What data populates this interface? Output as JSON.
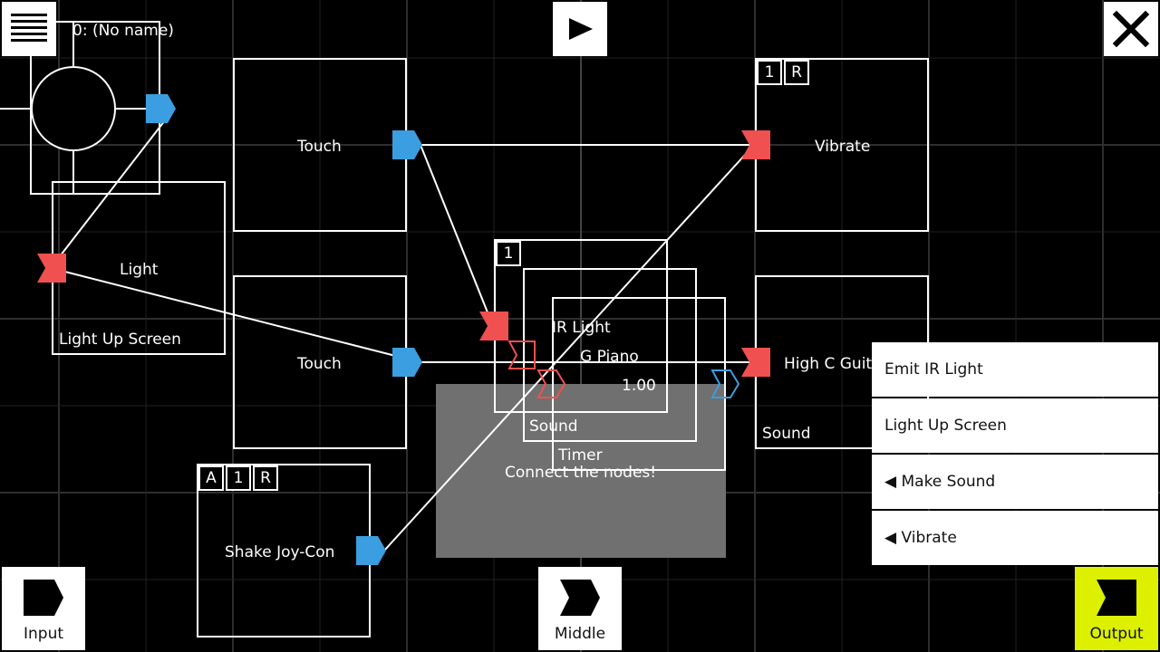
{
  "header": {
    "project_name": "0: (No name)"
  },
  "nodes": {
    "touch_top": {
      "label": "Touch"
    },
    "touch_bottom": {
      "label": "Touch"
    },
    "vibrate": {
      "label": "Vibrate",
      "tags": [
        "1",
        "R"
      ]
    },
    "light": {
      "label": "Light",
      "sublabel": "Light Up Screen"
    },
    "high_c": {
      "label": "High C Guit",
      "sublabel": "Sound"
    },
    "shake": {
      "label": "Shake Joy-Con",
      "tags": [
        "A",
        "1",
        "R"
      ]
    },
    "stack_ir": {
      "tag": "1",
      "label": "IR Light"
    },
    "stack_piano": {
      "label": "G Piano",
      "value": "1.00",
      "sublabel": "Sound"
    },
    "stack_timer": {
      "label": "Timer"
    }
  },
  "hint": {
    "text": "Connect the nodes!"
  },
  "menu": {
    "items": [
      {
        "label": "Emit IR Light"
      },
      {
        "label": "Light Up Screen"
      },
      {
        "label": "◀ Make Sound"
      },
      {
        "label": "◀ Vibrate"
      }
    ]
  },
  "bottom_bar": {
    "input": "Input",
    "middle": "Middle",
    "output": "Output"
  },
  "colors": {
    "input_port": "#3a9ee0",
    "output_port": "#f05050",
    "output_active": "#dcf000",
    "hint_bg": "#707070"
  },
  "icons": {
    "menu": "hamburger-icon",
    "play": "play-icon",
    "close": "close-icon"
  }
}
